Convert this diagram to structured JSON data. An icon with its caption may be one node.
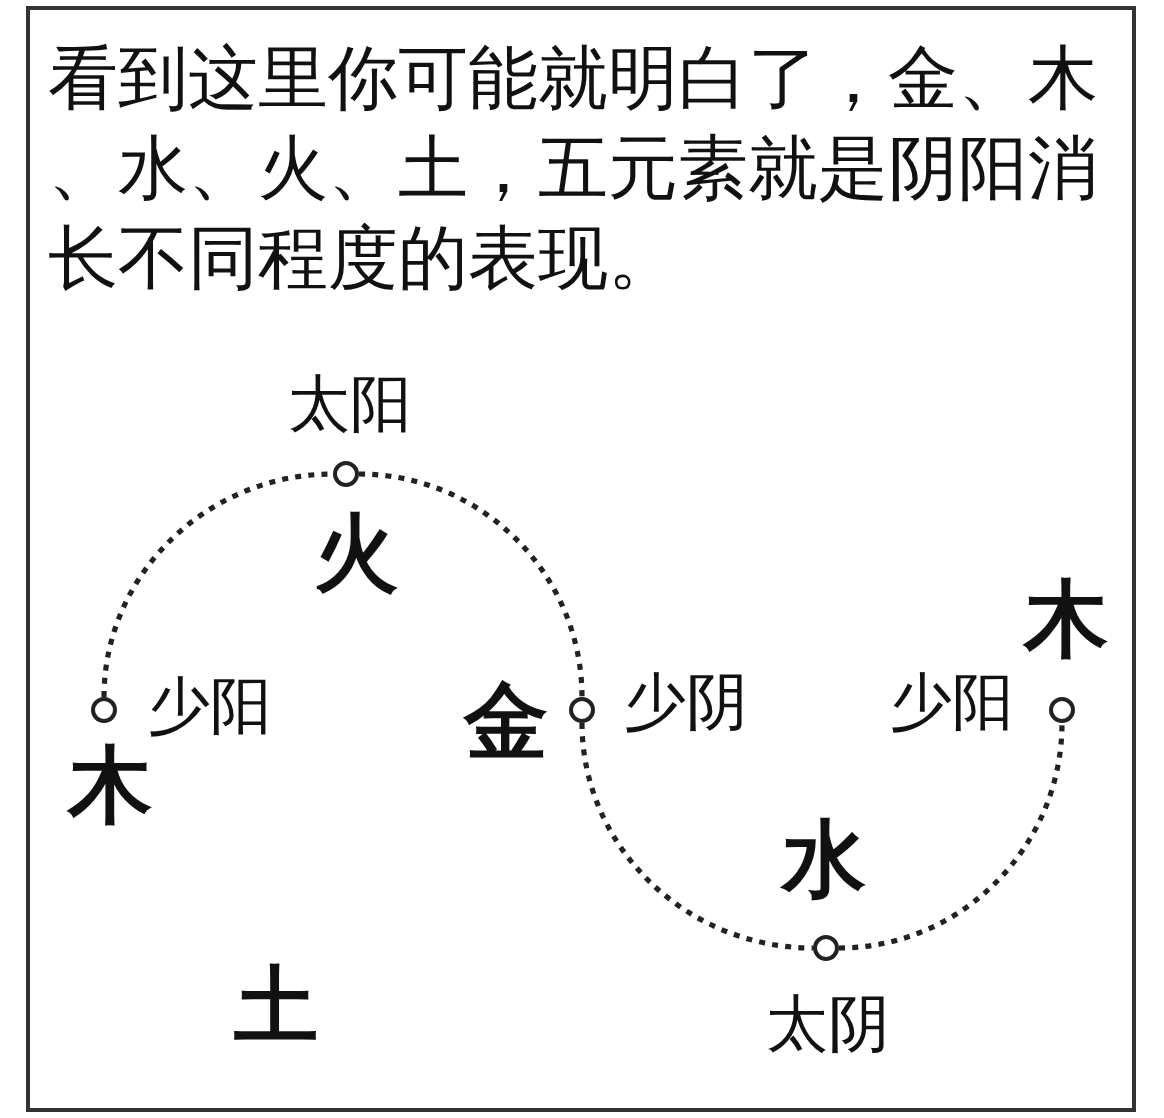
{
  "diagram": {
    "title": "看到这里你可能就明白了，金、木、水、火、土，五元素就是阴阳消长不同程度的表现。",
    "nodes": [
      {
        "text": [],
        "shape": "circle",
        "beside": [
          "少阳",
          "木"
        ]
      },
      {
        "text": [],
        "shape": "circle",
        "beside": [
          "太阳",
          "火"
        ]
      },
      {
        "text": [],
        "shape": "circle",
        "beside": [
          "金",
          "少阴"
        ]
      },
      {
        "text": [],
        "shape": "circle",
        "beside": [
          "水",
          "太阴"
        ]
      },
      {
        "text": [],
        "shape": "circle",
        "beside": [
          "木",
          "少阳"
        ]
      }
    ],
    "edges": [
      {
        "from": 0,
        "to": 1,
        "arrow": "none",
        "style": "dashed"
      },
      {
        "from": 1,
        "to": 2,
        "arrow": "none",
        "style": "dashed"
      },
      {
        "from": 2,
        "to": 3,
        "arrow": "none",
        "style": "dashed"
      },
      {
        "from": 3,
        "to": 4,
        "arrow": "none",
        "style": "dashed"
      }
    ],
    "labels": [
      "土"
    ]
  }
}
